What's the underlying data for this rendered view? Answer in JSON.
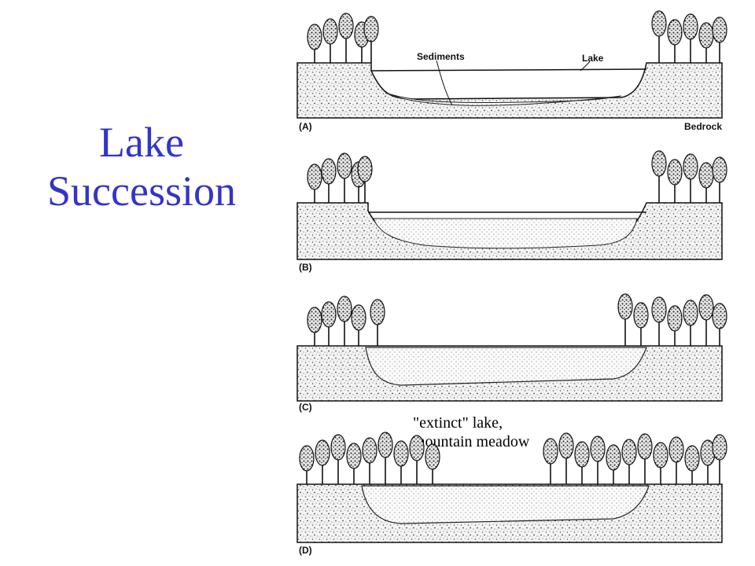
{
  "title": {
    "line1": "Lake",
    "line2": "Succession"
  },
  "colors": {
    "title": "#3333cc",
    "ink": "#111111",
    "ground": "#f3f3f3",
    "speckle": "#555555"
  },
  "panels": [
    {
      "id": "A",
      "label": "(A)",
      "labels": {
        "sediments": "Sediments",
        "lake": "Lake",
        "bedrock": "Bedrock"
      }
    },
    {
      "id": "B",
      "label": "(B)"
    },
    {
      "id": "C",
      "label": "(C)"
    },
    {
      "id": "D",
      "label": "(D)"
    }
  ],
  "annotation": {
    "line1": "\"extinct\" lake,",
    "line2": "mountain meadow"
  }
}
